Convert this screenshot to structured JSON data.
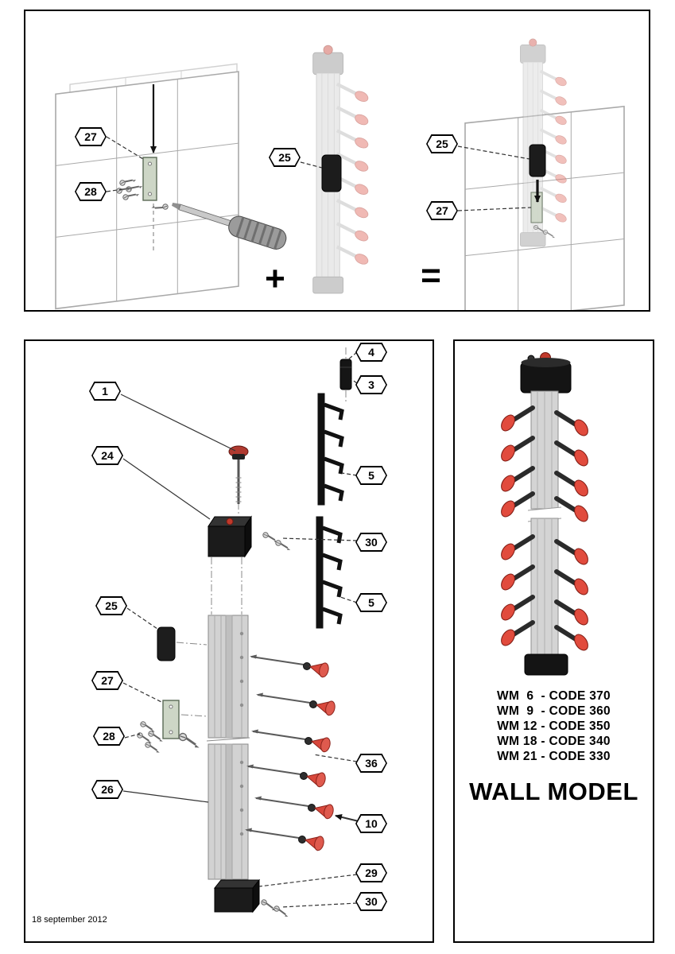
{
  "meta": {
    "date": "18 september 2012"
  },
  "top_panel": {
    "callouts": [
      "27",
      "28",
      "25",
      "25",
      "27"
    ],
    "operators": {
      "plus": "+",
      "equals": "="
    }
  },
  "exploded_panel": {
    "callouts": [
      "1",
      "24",
      "4",
      "3",
      "5",
      "30",
      "5",
      "25",
      "27",
      "28",
      "26",
      "36",
      "10",
      "29",
      "30"
    ]
  },
  "side_panel": {
    "codes": [
      "WM  6  - CODE 370",
      "WM  9  - CODE 360",
      "WM 12 - CODE 350",
      "WM 18 - CODE 340",
      "WM 21 - CODE 330"
    ],
    "title": "WALL MODEL"
  }
}
